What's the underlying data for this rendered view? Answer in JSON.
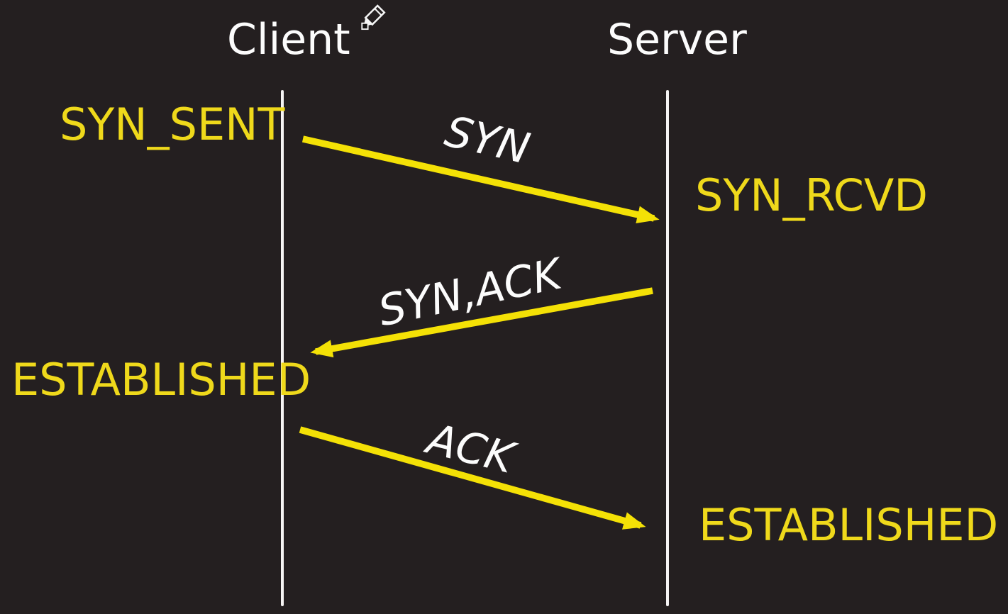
{
  "diagram": {
    "type": "sequence",
    "actors": [
      {
        "name": "Client"
      },
      {
        "name": "Server"
      }
    ],
    "messages": [
      {
        "label": "SYN",
        "from": "Client",
        "to": "Server"
      },
      {
        "label": "SYN,ACK",
        "from": "Server",
        "to": "Client"
      },
      {
        "label": "ACK",
        "from": "Client",
        "to": "Server"
      }
    ],
    "states": [
      {
        "label": "SYN_SENT",
        "actor": "Client"
      },
      {
        "label": "SYN_RCVD",
        "actor": "Server"
      },
      {
        "label": "ESTABLISHED",
        "actor": "Client"
      },
      {
        "label": "ESTABLISHED",
        "actor": "Server"
      }
    ],
    "icons": [
      {
        "name": "pencil-cursor"
      }
    ],
    "colors": {
      "background": "#241F20",
      "actor_text": "#FCFCFC",
      "message_text": "#FCFCFC",
      "state_text": "#EFD91B",
      "arrow": "#F4E106",
      "lifeline": "#F5F3F3"
    }
  }
}
